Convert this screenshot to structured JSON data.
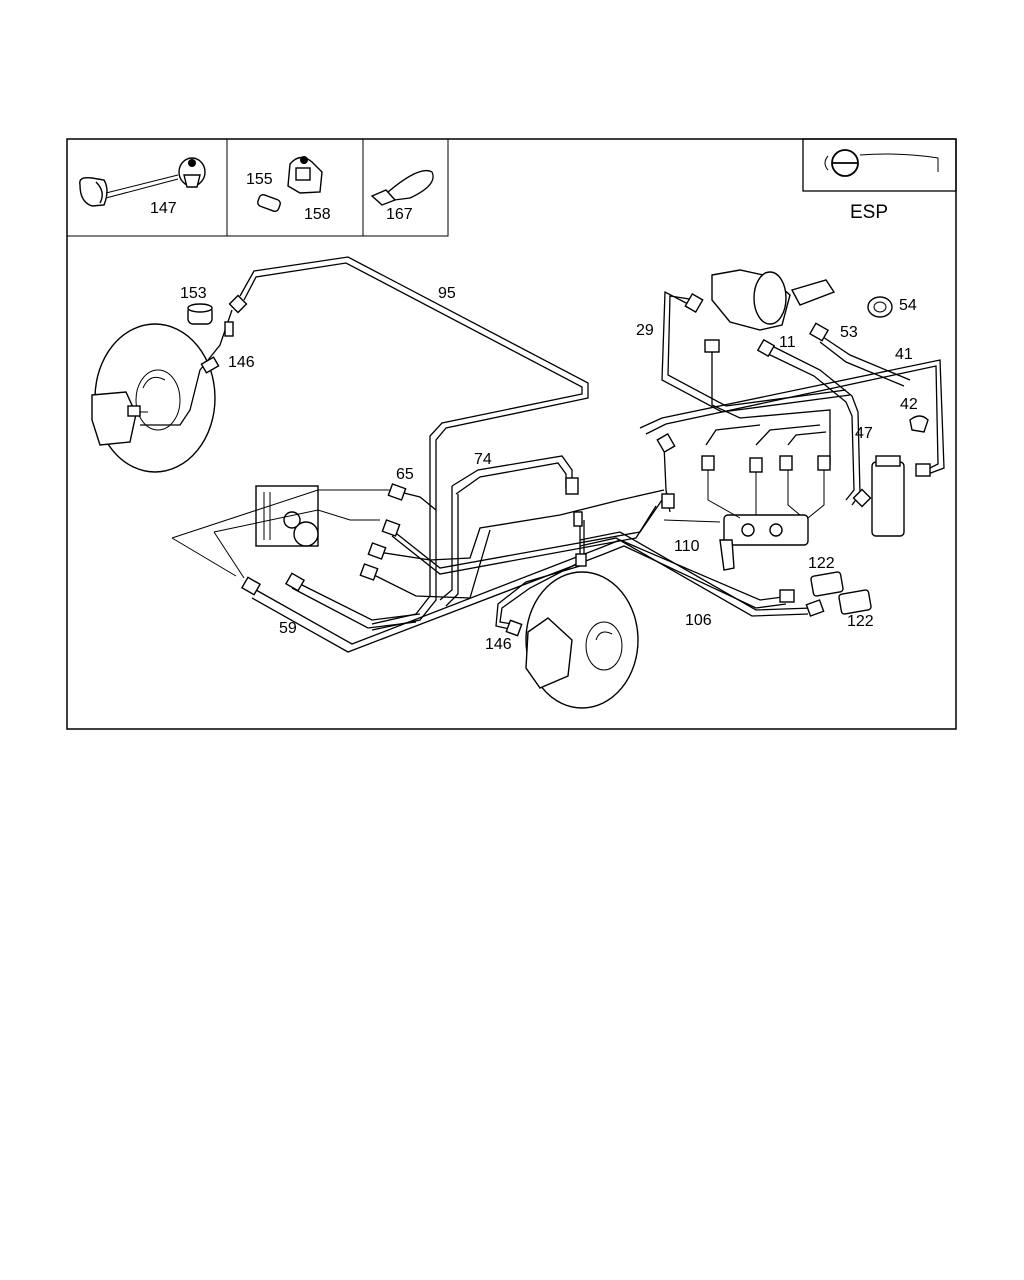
{
  "badge": {
    "text": "ESP",
    "icon": "steering-wheel-icon"
  },
  "inset_labels": {
    "clamp": "147",
    "clip_a": "155",
    "clip_b": "158",
    "cable_tie": "167"
  },
  "labels": {
    "l153": "153",
    "l146_top": "146",
    "l95": "95",
    "l29": "29",
    "l11": "11",
    "l53": "53",
    "l54": "54",
    "l41": "41",
    "l42": "42",
    "l47": "47",
    "l65": "65",
    "l74": "74",
    "l110": "110",
    "l122_top": "122",
    "l122_bottom": "122",
    "l106": "106",
    "l59": "59",
    "l146_bottom": "146"
  }
}
